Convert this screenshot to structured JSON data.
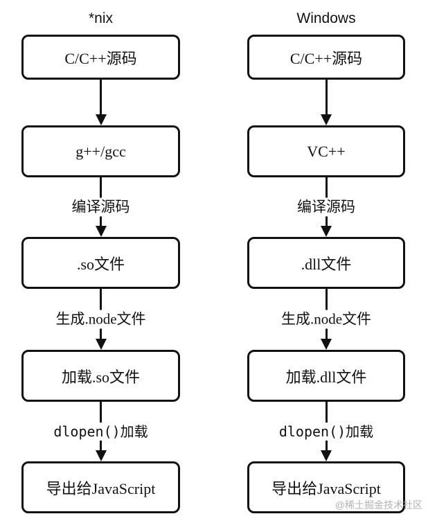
{
  "colors": {
    "background": "#ffffff",
    "stroke": "#111111",
    "text": "#111111",
    "watermark": "#b3b3b3"
  },
  "watermark": {
    "text": "@稀土掘金技术社区"
  },
  "columns": [
    {
      "title": "*nix",
      "boxes": [
        "C/C++源码",
        "g++/gcc",
        ".so文件",
        "加载.so文件",
        "导出给JavaScript"
      ],
      "edges": [
        {
          "label": ""
        },
        {
          "label": "编译源码"
        },
        {
          "label": "生成.node文件"
        },
        {
          "label": "dlopen()加载"
        }
      ]
    },
    {
      "title": "Windows",
      "boxes": [
        "C/C++源码",
        "VC++",
        ".dll文件",
        "加载.dll文件",
        "导出给JavaScript"
      ],
      "edges": [
        {
          "label": ""
        },
        {
          "label": "编译源码"
        },
        {
          "label": "生成.node文件"
        },
        {
          "label": "dlopen()加载"
        }
      ]
    }
  ]
}
